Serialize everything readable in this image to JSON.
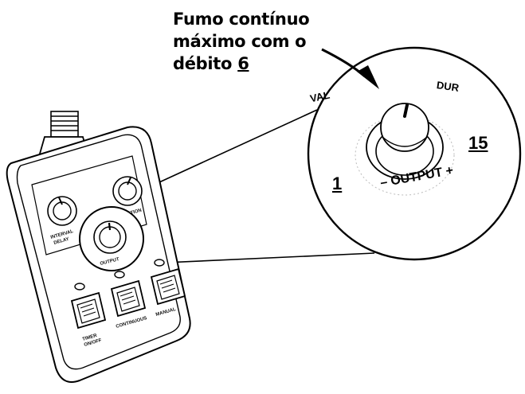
{
  "callout": {
    "line1": "Fumo contínuo",
    "line2": "máximo com o",
    "line3_prefix": "débito ",
    "line3_value": "6"
  },
  "magnified_dial": {
    "min_label": "1",
    "max_label": "15",
    "output_label": "– OUTPUT +",
    "fragment_top_right": "DUR",
    "fragment_top_left": "VAL"
  },
  "remote": {
    "knob_left_label": "INTERVAL\nDELAY",
    "knob_right_label": "DURATION\n(SEC)",
    "knob_center_label": "OUTPUT",
    "button_labels": [
      "TIMER\nON/OFF",
      "CONTINUOUS",
      "MANUAL"
    ]
  }
}
